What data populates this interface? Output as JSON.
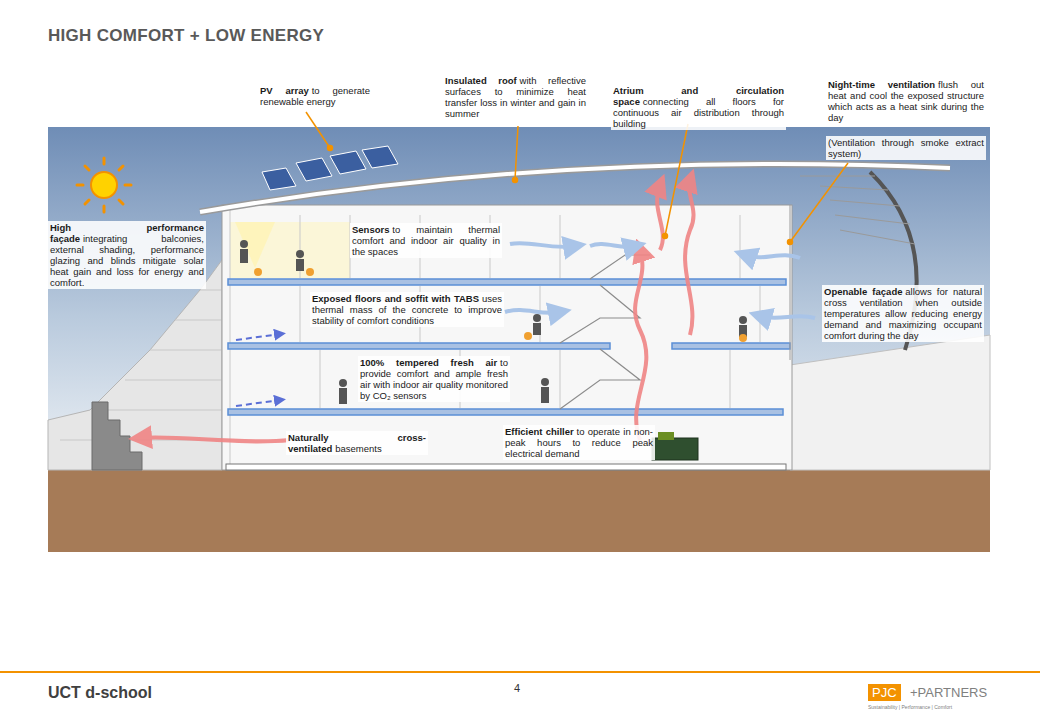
{
  "diagram": {
    "title": "HIGH COMFORT + LOW ENERGY",
    "labels": [
      "PV array",
      "to generate renewable energy",
      "Insulated roof",
      "with reflective surfaces to minimize heat transfer loss in winter and gain in summer",
      "Atrium and circulation space",
      "connecting all floors for continuous air distribution through building",
      "Night-time ventilation",
      "flush out heat and cool the exposed structure which acts as a heat sink during the day",
      "(Ventilation through smoke extract system)",
      "High performance façade",
      "integrating balconies, external shading, performance glazing and blinds mitigate solar heat gain and loss for energy and comfort.",
      "Sensors",
      "to maintain thermal comfort and indoor air quality in the spaces",
      "Exposed floors and soffit with TABS",
      "uses thermal mass of the concrete to improve stability of comfort conditions",
      "Openable façade",
      "allows for natural cross ventilation when outside temperatures allow reducing energy demand and maximizing occupant comfort during the day",
      "100% tempered fresh air",
      "to provide comfort and ample fresh air with indoor air quality monitored by CO₂ sensors",
      "Naturally cross-ventilated",
      "basements",
      "Efficient chiller",
      "to operate in non-peak hours to reduce peak electrical demand",
      "UCT d-school",
      "4",
      "PJC",
      "+PARTNERS",
      "Sustainability | Performance | Comfort"
    ]
  }
}
